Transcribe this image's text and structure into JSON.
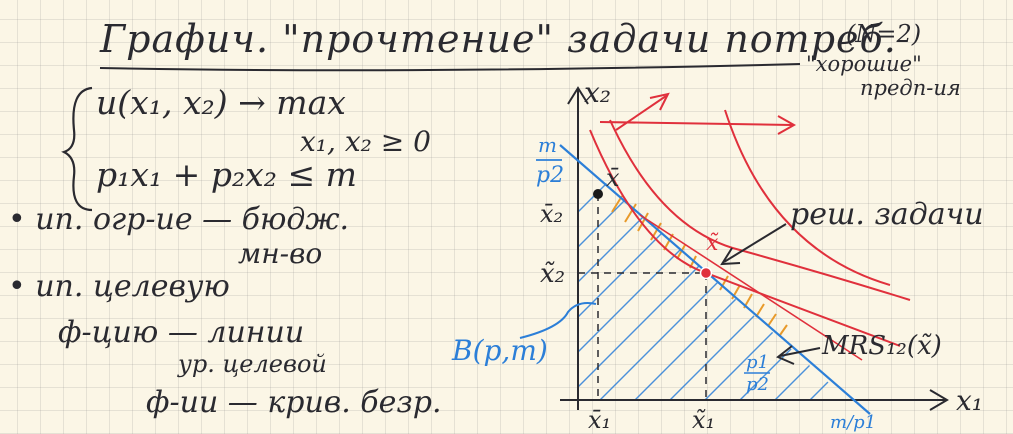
{
  "title": "Графич. \"прочтение\" задачи потреб.",
  "note_n": "(N=2)",
  "note_good_1": "\"хорошие\"",
  "note_good_2": "предп-ия",
  "problem": {
    "line1": "u(x₁, x₂) → max",
    "line2": "x₁, x₂ ≥ 0",
    "line3": "p₁x₁ + p₂x₂ ≤ m"
  },
  "bullets": {
    "b1": "• ип. огр-ие — бюдж.",
    "b1_cont": "мн-во",
    "b2": "• ип. целевую",
    "b2_line2": "ф-цию — линии",
    "b2_line3": "ур. целевой",
    "b2_line4": "ф-ии — крив. безр."
  },
  "graph": {
    "y_axis_label": "x₂",
    "x_axis_label": "x₁",
    "y_intercept_label_num": "m",
    "y_intercept_label_den": "p2",
    "x_intercept_label": "m/p1",
    "xbar2_label": "x̄₂",
    "xtilde2_label": "x̃₂",
    "xbar1_label": "x̄₁",
    "xtilde1_label": "x̃₁",
    "xbar_point_label": "x̄",
    "xtilde_point_label": "x̃",
    "solution_label": "реш. задачи",
    "budget_label": "B(p,m)",
    "mrs_label": "MRS₁₂(x̃)",
    "slope_label_num": "p1",
    "slope_label_den": "p2",
    "colors": {
      "ink": "#2a2a30",
      "blue": "#2c7fd8",
      "red": "#e0303c",
      "orange": "#e89a2a",
      "paper": "#fbf6e6"
    }
  }
}
